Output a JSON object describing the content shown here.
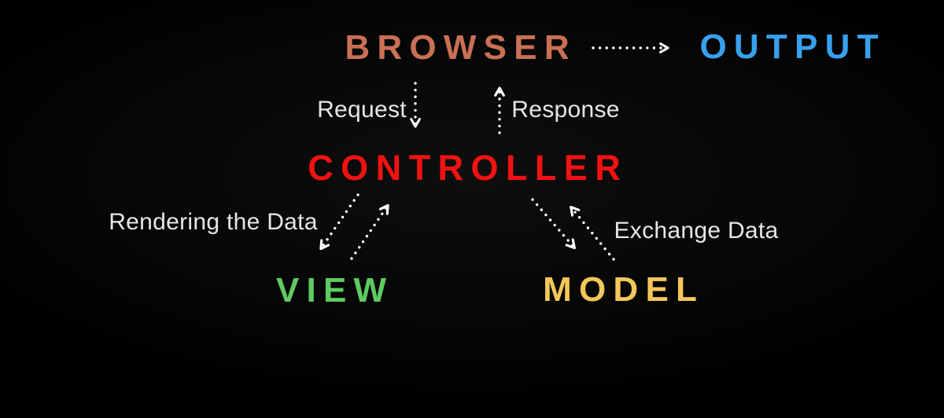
{
  "diagram": {
    "title": "MVC request flow diagram",
    "background_color": "#0a0a0a",
    "arrow_color": "#ffffff",
    "arrow_style": "dotted",
    "label_text_color": "#e6e6e6",
    "nodes": {
      "browser": {
        "label": "BROWSER",
        "color": "#c97055"
      },
      "output": {
        "label": "OUTPUT",
        "color": "#38a1ee"
      },
      "controller": {
        "label": "CONTROLLER",
        "color": "#f31212"
      },
      "view": {
        "label": "VIEW",
        "color": "#5ecb60"
      },
      "model": {
        "label": "MODEL",
        "color": "#f3c75a"
      }
    },
    "edges": [
      {
        "from": "browser",
        "to": "output",
        "label": "",
        "direction": "right"
      },
      {
        "from": "browser",
        "to": "controller",
        "label": "Request",
        "direction": "down"
      },
      {
        "from": "controller",
        "to": "browser",
        "label": "Response",
        "direction": "up"
      },
      {
        "from": "controller",
        "to": "view",
        "label": "Rendering the Data",
        "direction": "down-left"
      },
      {
        "from": "view",
        "to": "controller",
        "label": "",
        "direction": "up-right"
      },
      {
        "from": "controller",
        "to": "model",
        "label": "Exchange Data",
        "direction": "down-right"
      },
      {
        "from": "model",
        "to": "controller",
        "label": "",
        "direction": "up-left"
      }
    ]
  }
}
